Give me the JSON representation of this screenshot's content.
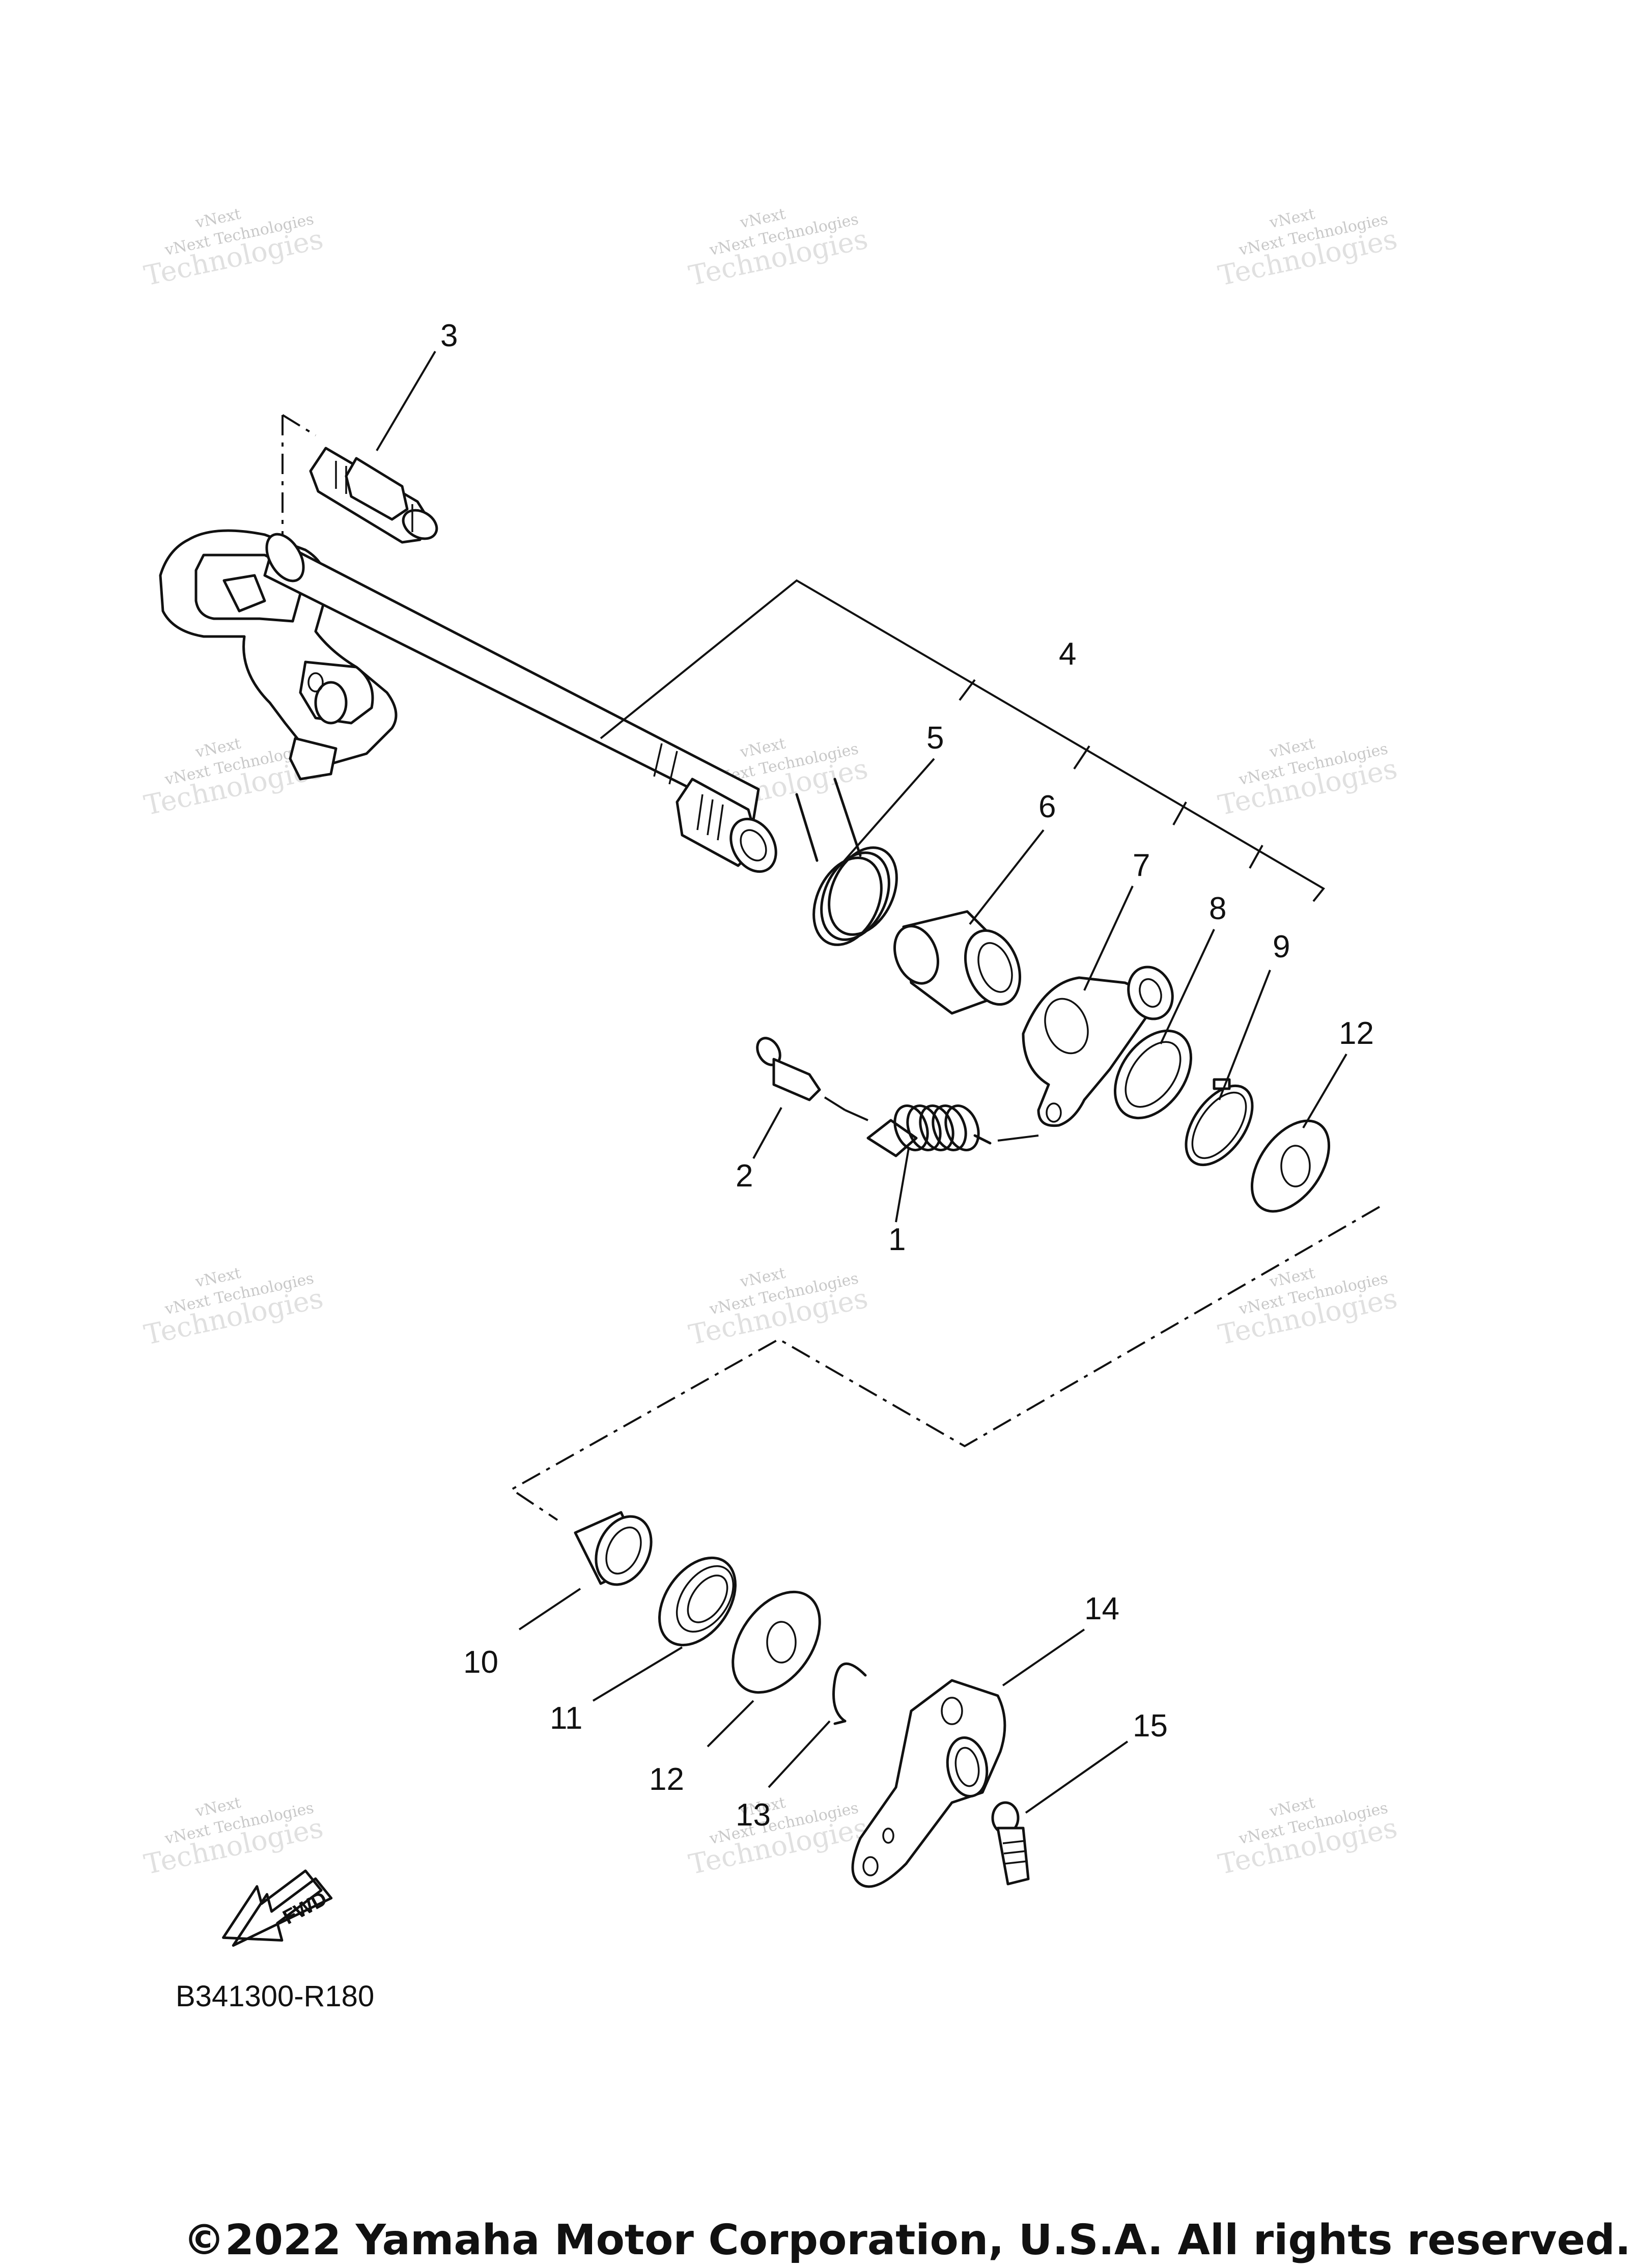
{
  "callouts": [
    "1",
    "2",
    "3",
    "4",
    "5",
    "6",
    "7",
    "8",
    "9",
    "10",
    "11",
    "12",
    "12",
    "13",
    "14",
    "15"
  ],
  "watermark": {
    "line1": "vNext",
    "line2": "vNext Technologies",
    "line3": "Technologies"
  },
  "fwd_label": "FWD",
  "diagram_code": "B341300-R180",
  "copyright": "©2022 Yamaha Motor Corporation, U.S.A. All rights reserved."
}
